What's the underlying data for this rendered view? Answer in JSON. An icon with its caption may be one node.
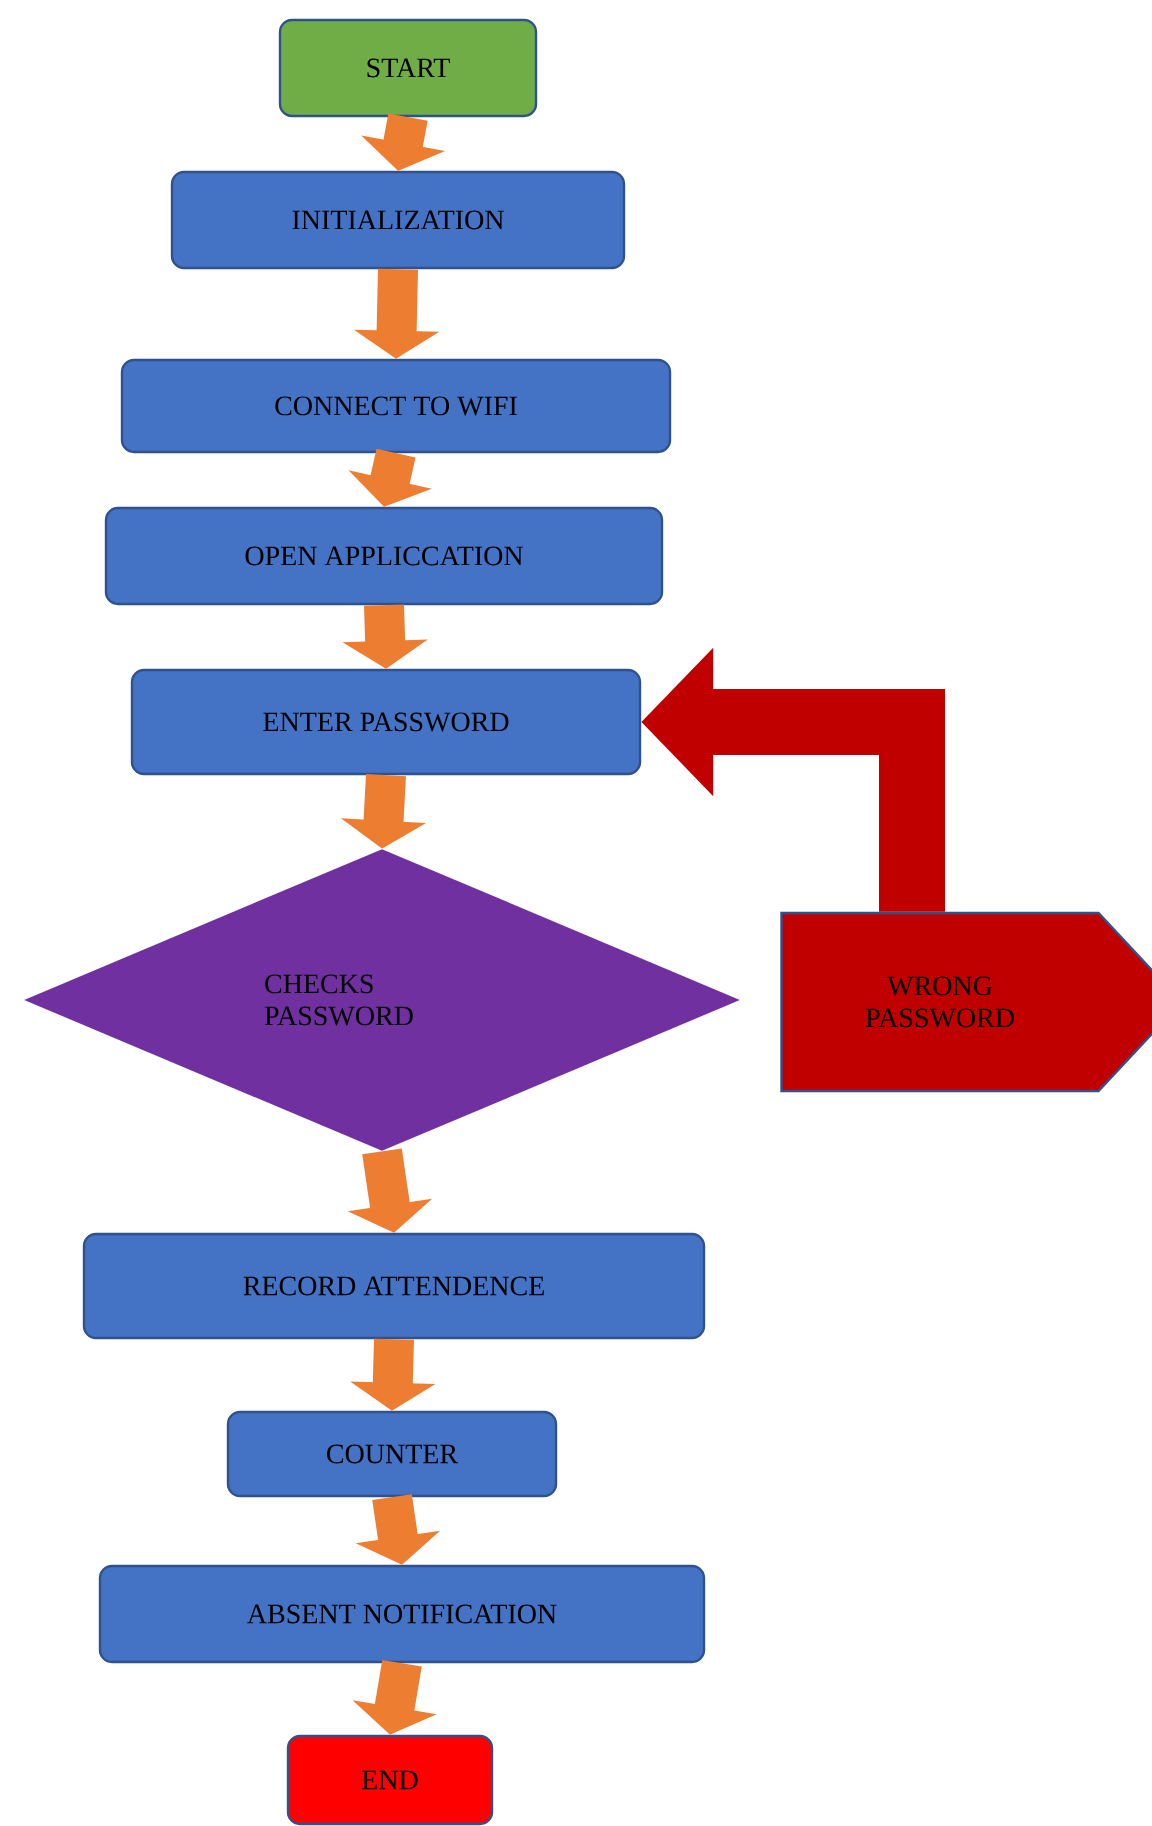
{
  "diagram": {
    "nodes": [
      {
        "text": [
          "START"
        ]
      },
      {
        "text": [
          "INITIALIZATION"
        ]
      },
      {
        "text": [
          "CONNECT TO WIFI"
        ]
      },
      {
        "text": [
          "OPEN APPLICCATION"
        ]
      },
      {
        "text": [
          "ENTER PASSWORD"
        ]
      },
      {
        "text": [
          "CHECKS PASSWORD"
        ]
      },
      {
        "text": [
          "WRONG PASSWORD"
        ]
      },
      {
        "text": [
          "RECORD ATTENDENCE"
        ]
      },
      {
        "text": [
          "COUNTER"
        ]
      },
      {
        "text": [
          "ABSENT NOTIFICATION"
        ]
      },
      {
        "text": [
          "END"
        ]
      }
    ],
    "edges": [
      {
        "from": 0,
        "to": 1,
        "arrow": "to"
      },
      {
        "from": 1,
        "to": 2,
        "arrow": "to"
      },
      {
        "from": 2,
        "to": 3,
        "arrow": "to"
      },
      {
        "from": 3,
        "to": 4,
        "arrow": "to"
      },
      {
        "from": 4,
        "to": 5,
        "arrow": "to"
      },
      {
        "from": 6,
        "to": 4,
        "arrow": "to",
        "color": "#c00000"
      },
      {
        "from": 5,
        "to": 7,
        "arrow": "to"
      },
      {
        "from": 7,
        "to": 8,
        "arrow": "to"
      },
      {
        "from": 8,
        "to": 9,
        "arrow": "to"
      },
      {
        "from": 9,
        "to": 10,
        "arrow": "to"
      }
    ]
  }
}
